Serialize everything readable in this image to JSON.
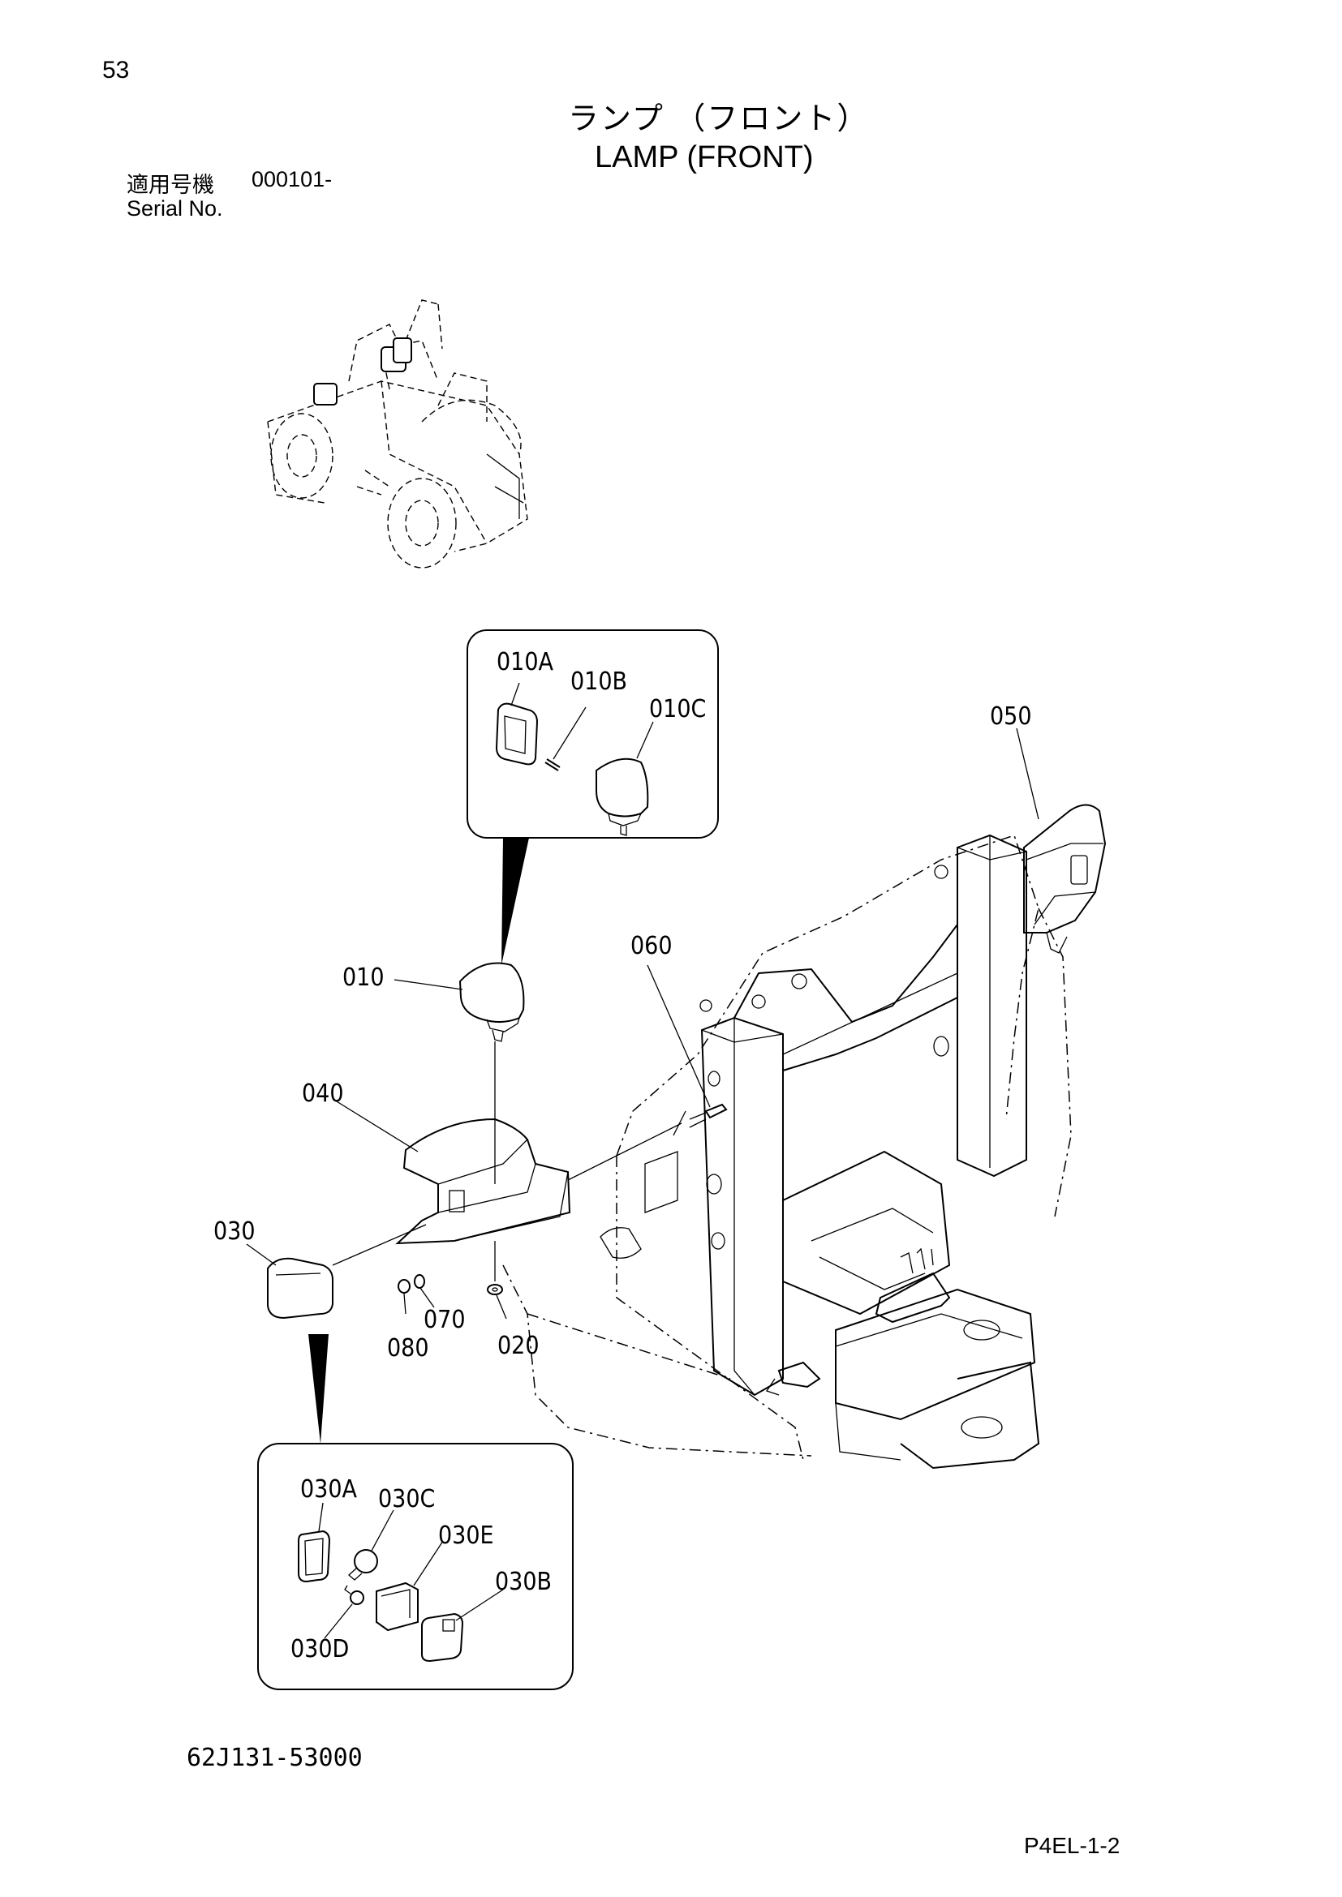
{
  "header": {
    "page_number": "53",
    "title_jp": "ランプ （フロント）",
    "title_en": "LAMP (FRONT)",
    "serial_label_jp": "適用号機",
    "serial_value": "000101-",
    "serial_label_en": "Serial No."
  },
  "footer": {
    "drawing_code": "62J131-53000",
    "page_code": "P4EL-1-2"
  },
  "part_labels": {
    "p010A": "010A",
    "p010B": "010B",
    "p010C": "010C",
    "p050": "050",
    "p060": "060",
    "p010": "010",
    "p040": "040",
    "p030": "030",
    "p070": "070",
    "p080": "080",
    "p020": "020",
    "p030A": "030A",
    "p030C": "030C",
    "p030E": "030E",
    "p030B": "030B",
    "p030D": "030D"
  }
}
